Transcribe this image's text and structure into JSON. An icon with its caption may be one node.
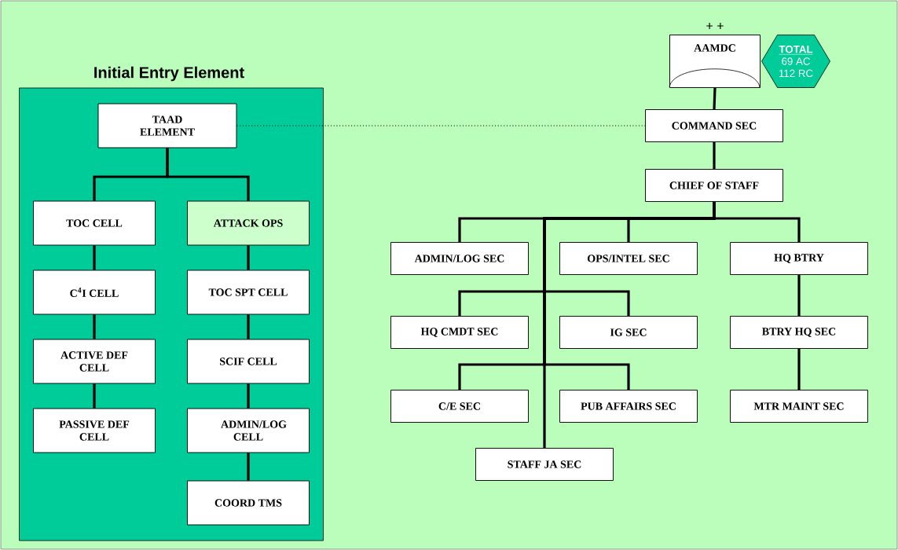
{
  "diagram": {
    "nodes": [
      {
        "text": [
          "Initial Entry Element"
        ]
      },
      {
        "text": [
          "TAAD ELEMENT"
        ],
        "in": 0
      },
      {
        "text": [
          "TOC CELL"
        ],
        "in": 0
      },
      {
        "text": [
          "ATTACK OPS"
        ],
        "in": 0
      },
      {
        "text": [
          "C$^{4}$I CELL"
        ],
        "in": 0
      },
      {
        "text": [
          "TOC SPT CELL"
        ],
        "in": 0
      },
      {
        "text": [
          "ACTIVE DEF CELL"
        ],
        "in": 0
      },
      {
        "text": [
          "SCIF CELL"
        ],
        "in": 0
      },
      {
        "text": [
          "PASSIVE DEF CELL"
        ],
        "in": 0
      },
      {
        "text": [
          "ADMIN/LOG CELL"
        ],
        "in": 0
      },
      {
        "text": [
          "COORD TMS"
        ],
        "in": 0
      },
      {
        "text": [
          "AAMDC"
        ],
        "beside": [
          "+ +"
        ]
      },
      {
        "text": [
          "TOTAL",
          "69 AC 112 RC"
        ]
      },
      {
        "text": [
          "COMMAND SEC"
        ]
      },
      {
        "text": [
          "CHIEF OF STAFF"
        ]
      },
      {
        "text": [
          "ADMIN/LOG SEC"
        ]
      },
      {
        "text": [
          "OPS/INTEL SEC"
        ]
      },
      {
        "text": [
          "HQ BTRY"
        ]
      },
      {
        "text": [
          "HQ CMDT SEC"
        ]
      },
      {
        "text": [
          "IG SEC"
        ]
      },
      {
        "text": [
          "BTRY HQ SEC"
        ]
      },
      {
        "text": [
          "C/E SEC"
        ]
      },
      {
        "text": [
          "PUB AFFAIRS SEC"
        ]
      },
      {
        "text": [
          "MTR MAINT SEC"
        ]
      },
      {
        "text": [
          "STAFF JA SEC"
        ]
      }
    ],
    "edges": [
      {
        "from": 1,
        "to": 2,
        "arrow": "none"
      },
      {
        "from": 1,
        "to": 3,
        "arrow": "none"
      },
      {
        "from": 2,
        "to": 4,
        "arrow": "none"
      },
      {
        "from": 4,
        "to": 6,
        "arrow": "none"
      },
      {
        "from": 6,
        "to": 8,
        "arrow": "none"
      },
      {
        "from": 3,
        "to": 5,
        "arrow": "none"
      },
      {
        "from": 5,
        "to": 7,
        "arrow": "none"
      },
      {
        "from": 7,
        "to": 9,
        "arrow": "none"
      },
      {
        "from": 9,
        "to": 10,
        "arrow": "none"
      },
      {
        "from": 1,
        "to": 13,
        "arrow": "none",
        "style": "dashed"
      },
      {
        "from": 11,
        "to": 13,
        "arrow": "none"
      },
      {
        "from": 13,
        "to": 14,
        "arrow": "none"
      },
      {
        "from": 14,
        "to": 15,
        "arrow": "none"
      },
      {
        "from": 14,
        "to": 16,
        "arrow": "none"
      },
      {
        "from": 14,
        "to": 17,
        "arrow": "none"
      },
      {
        "from": 14,
        "to": 18,
        "arrow": "none"
      },
      {
        "from": 14,
        "to": 19,
        "arrow": "none"
      },
      {
        "from": 14,
        "to": 21,
        "arrow": "none"
      },
      {
        "from": 14,
        "to": 22,
        "arrow": "none"
      },
      {
        "from": 14,
        "to": 24,
        "arrow": "none"
      },
      {
        "from": 17,
        "to": 20,
        "arrow": "none"
      },
      {
        "from": 20,
        "to": 23,
        "arrow": "none"
      }
    ]
  }
}
